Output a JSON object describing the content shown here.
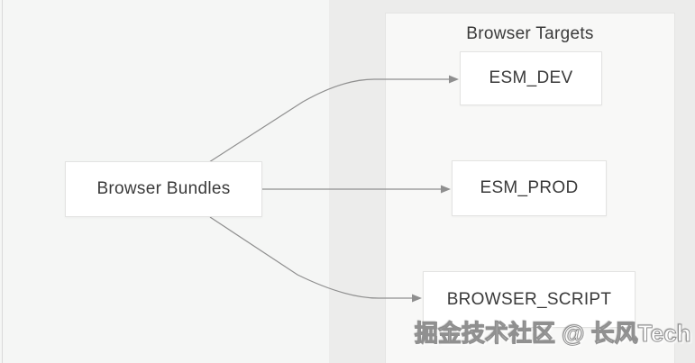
{
  "diagram": {
    "group": {
      "title": "Browser Targets"
    },
    "source_node": {
      "label": "Browser Bundles"
    },
    "target_nodes": [
      {
        "label": "ESM_DEV"
      },
      {
        "label": "ESM_PROD"
      },
      {
        "label": "BROWSER_SCRIPT"
      }
    ],
    "edges": [
      {
        "from": "Browser Bundles",
        "to": "ESM_DEV"
      },
      {
        "from": "Browser Bundles",
        "to": "ESM_PROD"
      },
      {
        "from": "Browser Bundles",
        "to": "BROWSER_SCRIPT"
      }
    ],
    "colors": {
      "arrow": "#8f8f8f",
      "node_bg": "#ffffff",
      "node_border": "#e3e3e2",
      "canvas_bg": "#f5f6f5",
      "band_bg": "#ececeb",
      "group_bg": "#f8f8f7",
      "text": "#3a3a3a"
    }
  },
  "watermark": {
    "text": "掘金技术社区 @ 长风Tech"
  }
}
